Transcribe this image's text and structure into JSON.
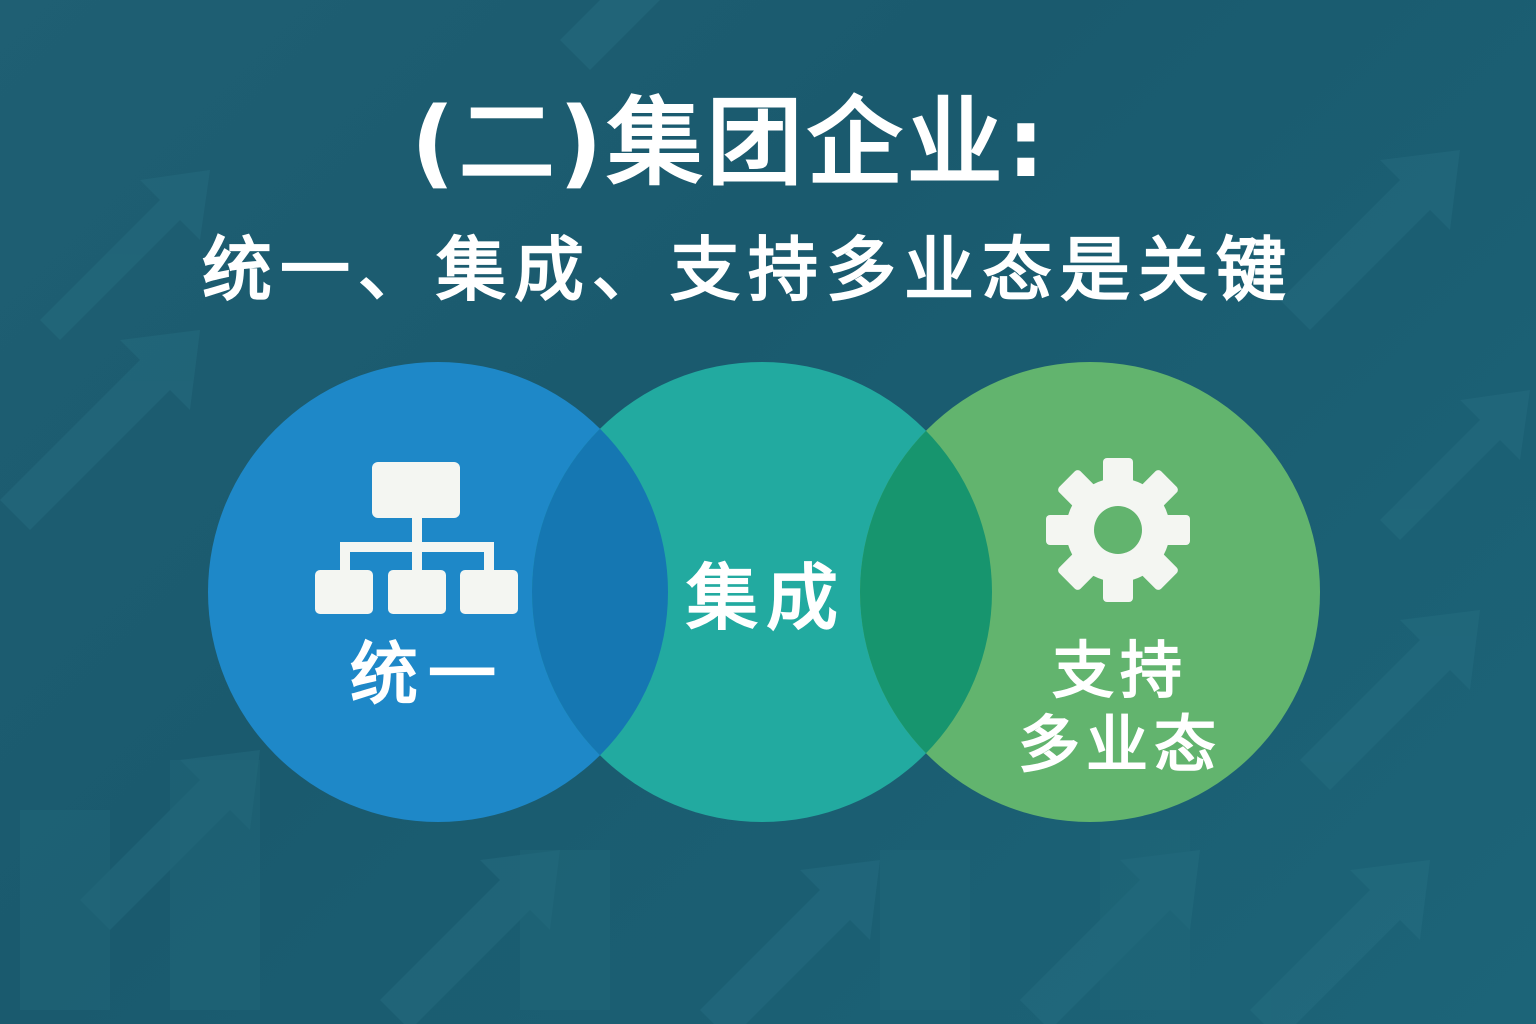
{
  "title": "(二)集团企业:",
  "subtitle": "统一、集成、支持多业态是关键",
  "venn": {
    "circles": [
      {
        "label": "统一",
        "icon": "org-chart-icon",
        "color": "#1e88c8"
      },
      {
        "label": "集成",
        "icon": "",
        "color": "#22aaa0"
      },
      {
        "label_line1": "支持",
        "label_line2": "多业态",
        "icon": "gear-icon",
        "color": "#62b46e"
      }
    ],
    "overlap_colors": [
      "#1577b2",
      "#17956e"
    ]
  },
  "background": {
    "base": "#1d5e72",
    "arrow_tint": "#236e80"
  }
}
